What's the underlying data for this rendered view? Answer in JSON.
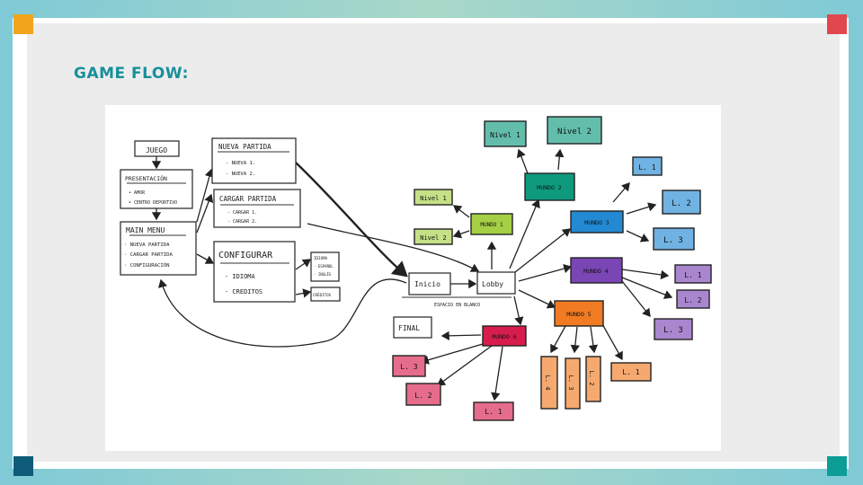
{
  "slide": {
    "title": "GAME FLOW:",
    "corner_colors": {
      "top_left": "#f0a51c",
      "top_right": "#e2474d",
      "bottom_left": "#0e5b7a",
      "bottom_right": "#0d9d97"
    }
  },
  "diagram": {
    "menu": {
      "juego": "JUEGO",
      "presentacion": {
        "title": "PRESENTACIÓN",
        "item_1": "• AMOR",
        "item_2": "• CENTRO DEPORTIVO"
      },
      "main_menu": {
        "title": "MAIN MENU",
        "item_1": "· NUEVA PARTIDA",
        "item_2": "· CARGAR PARTIDA",
        "item_3": "· CONFIGURACIÓN"
      },
      "nueva_partida": {
        "title": "NUEVA PARTIDA",
        "item_1": "- NUEVA 1.",
        "item_2": "- NUEVA 2."
      },
      "cargar_partida": {
        "title": "CARGAR PARTIDA",
        "item_1": "- CARGAR 1.",
        "item_2": "- CARGAR 2."
      },
      "configurar": {
        "title": "CONFIGURAR",
        "item_1": "- IDIOMA",
        "item_2": "- CREDITOS"
      },
      "idioma_note": {
        "line_1": "IDIOMA",
        "line_2": "- ESPAÑOL",
        "line_3": "- INGLÉS"
      },
      "creditos_note": "CRÉDITOS"
    },
    "flow": {
      "inicio": "Inicio",
      "lobby": "Lobby",
      "espacio": "ESPACIO EN BLANCO",
      "final": "FINAL"
    },
    "worlds": {
      "mundo_1": {
        "label": "MUNDO 1",
        "color": "#a5d045",
        "levels": [
          "Nivel 1",
          "Nivel 2"
        ]
      },
      "mundo_2": {
        "label": "MUNDO 2",
        "color": "#0f9a7e",
        "levels": [
          "Nivel 1",
          "Nivel 2"
        ]
      },
      "mundo_3": {
        "label": "MUNDO 3",
        "color": "#2389d2",
        "levels": [
          "L. 1",
          "L. 2",
          "L. 3"
        ]
      },
      "mundo_4": {
        "label": "MUNDO 4",
        "color": "#7a45b4",
        "levels": [
          "L. 1",
          "L. 2",
          "L. 3"
        ]
      },
      "mundo_5": {
        "label": "MUNDO 5",
        "color": "#f07b22",
        "levels": [
          "L. 4",
          "L. 3",
          "L. 2",
          "L. 1"
        ]
      },
      "mundo_6": {
        "label": "MUNDO 6",
        "color": "#d71d4d",
        "levels": [
          "L. 3",
          "L. 2",
          "L. 1"
        ]
      }
    }
  }
}
